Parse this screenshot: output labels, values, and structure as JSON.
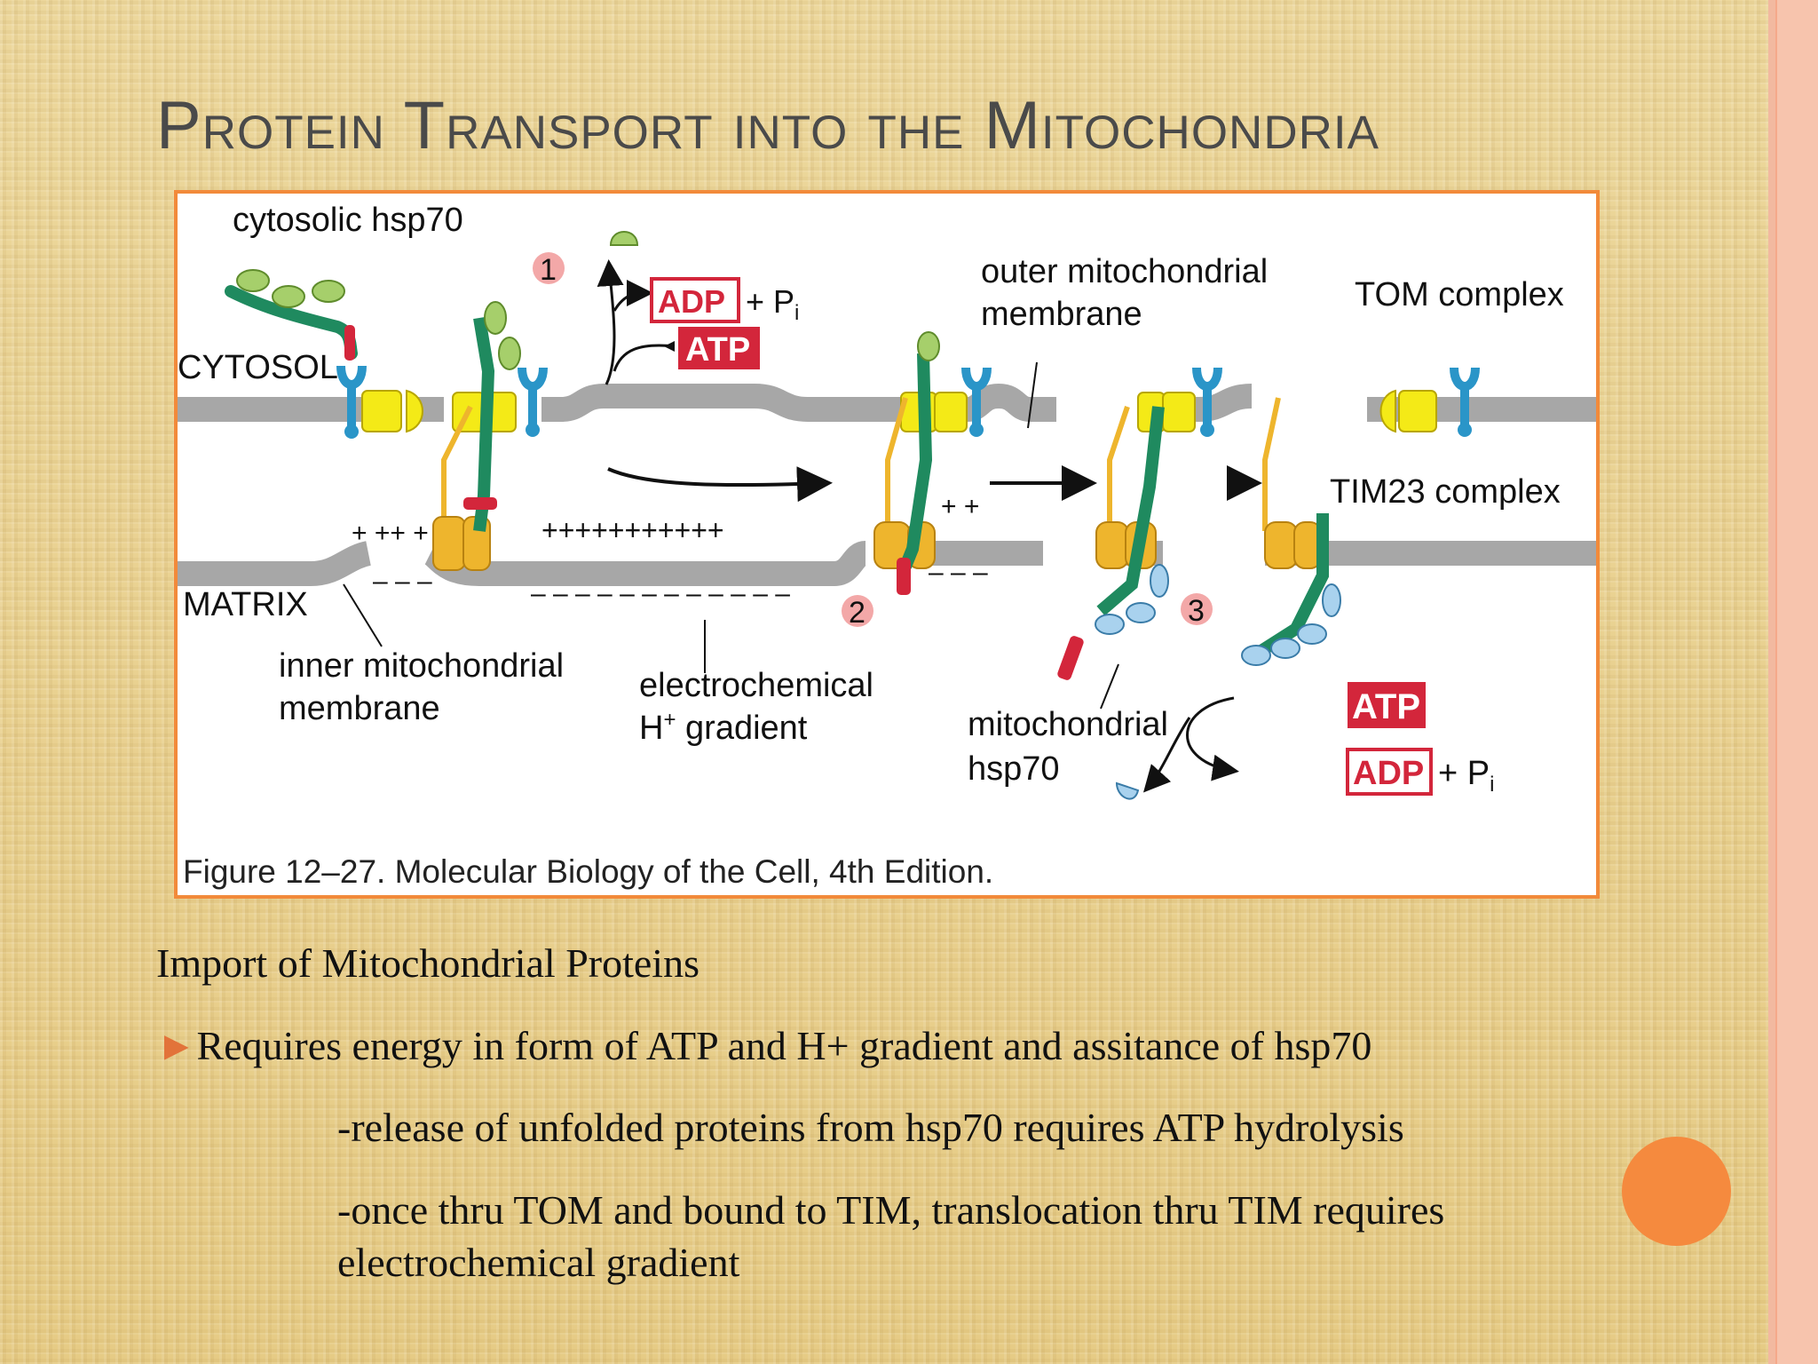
{
  "title": "Protein Transport into the Mitochondria",
  "figure": {
    "labels": {
      "cytosolic_hsp70": "cytosolic hsp70",
      "cytosol": "CYTOSOL",
      "matrix": "MATRIX",
      "outer_membrane_1": "outer mitochondrial",
      "outer_membrane_2": "membrane",
      "tom_complex": "TOM complex",
      "tim23_complex": "TIM23 complex",
      "inner_membrane_1": "inner mitochondrial",
      "inner_membrane_2": "membrane",
      "gradient_1": "electrochemical",
      "gradient_2": "H",
      "gradient_sup": "+",
      "gradient_3": " gradient",
      "mito_hsp70_1": "mitochondrial",
      "mito_hsp70_2": "hsp70",
      "adp": "ADP",
      "atp": "ATP",
      "pi": "+ P",
      "pi_sub": "i",
      "step1": "1",
      "step2": "2",
      "step3": "3",
      "plus_run": "+++++++++++",
      "minus_run": "– – – – – – – – – – – –"
    },
    "caption": "Figure 12–27. Molecular Biology of the Cell, 4th Edition."
  },
  "body": {
    "heading": "Import of Mitochondrial Proteins",
    "bullet_arrow": "►",
    "bullet": "Requires energy in form of ATP and H+ gradient and assitance of hsp70",
    "sub1": "-release of unfolded proteins from hsp70 requires ATP hydrolysis",
    "sub2_line1": "-once thru TOM and bound to TIM, translocation thru TIM requires",
    "sub2_line2": "electrochemical gradient"
  },
  "colors": {
    "accent": "#f28a3a",
    "membrane": "#a7a7a7",
    "chain": "#1f8a5f",
    "presequence": "#d3263b",
    "tom_yellow": "#f4ea17",
    "tim_orange": "#eeb52d",
    "receptor_blue": "#2a95c8",
    "hsp70_green": "#a6cf6b",
    "mito_hsp70_blue": "#a9d2ee",
    "atp_red": "#d3263b"
  }
}
